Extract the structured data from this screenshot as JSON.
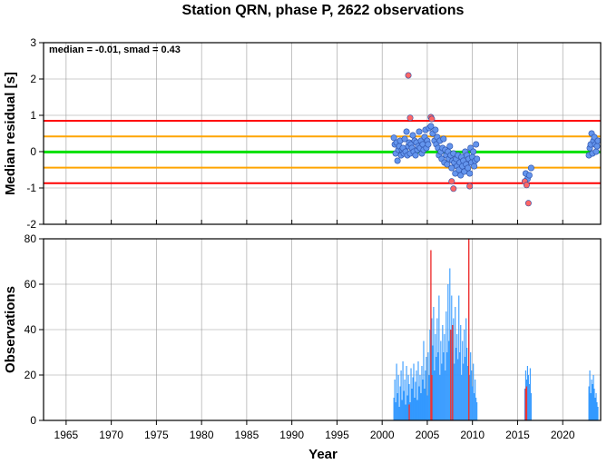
{
  "chart_data": [
    {
      "type": "scatter",
      "title": "Station QRN, phase P, 2622 observations",
      "ylabel": "Median residual [s]",
      "annotation": "median = -0.01, smad = 0.43",
      "xlim": [
        1962.5,
        2024.2
      ],
      "ylim": [
        -2,
        3
      ],
      "yticks": [
        "-2",
        "-1",
        "0",
        "1",
        "2",
        "3"
      ],
      "grid": true,
      "reference_lines": [
        {
          "y": -0.01,
          "color": "#00e000"
        },
        {
          "y": 0.42,
          "color": "#ffa500"
        },
        {
          "y": -0.44,
          "color": "#ffa500"
        },
        {
          "y": 0.85,
          "color": "#ff0000"
        },
        {
          "y": -0.87,
          "color": "#ff0000"
        }
      ],
      "series": [
        {
          "color": "#6495ed",
          "points": [
            [
              2001.3,
              0.38
            ],
            [
              2001.4,
              0.2
            ],
            [
              2001.5,
              -0.05
            ],
            [
              2001.6,
              0.25
            ],
            [
              2001.7,
              -0.25
            ],
            [
              2001.8,
              0.05
            ],
            [
              2001.9,
              0.15
            ],
            [
              2002.0,
              0.3
            ],
            [
              2002.1,
              -0.1
            ],
            [
              2002.2,
              0.05
            ],
            [
              2002.3,
              0.1
            ],
            [
              2002.4,
              -0.05
            ],
            [
              2002.5,
              0.35
            ],
            [
              2002.6,
              0.0
            ],
            [
              2002.7,
              0.55
            ],
            [
              2002.8,
              -0.1
            ],
            [
              2002.9,
              0.15
            ],
            [
              2003.0,
              0.25
            ],
            [
              2003.1,
              -0.05
            ],
            [
              2003.2,
              0.2
            ],
            [
              2003.3,
              0.1
            ],
            [
              2003.4,
              0.45
            ],
            [
              2003.5,
              0.0
            ],
            [
              2003.6,
              0.3
            ],
            [
              2003.7,
              -0.1
            ],
            [
              2003.8,
              0.25
            ],
            [
              2003.9,
              0.05
            ],
            [
              2004.0,
              0.15
            ],
            [
              2004.1,
              0.55
            ],
            [
              2004.2,
              0.1
            ],
            [
              2004.3,
              0.3
            ],
            [
              2004.4,
              -0.05
            ],
            [
              2004.5,
              0.2
            ],
            [
              2004.6,
              0.05
            ],
            [
              2004.7,
              0.4
            ],
            [
              2004.8,
              0.6
            ],
            [
              2004.9,
              0.1
            ],
            [
              2005.0,
              0.3
            ],
            [
              2005.1,
              0.2
            ],
            [
              2005.2,
              0.65
            ],
            [
              2005.4,
              0.7
            ],
            [
              2005.6,
              0.5
            ],
            [
              2005.8,
              0.3
            ],
            [
              2005.9,
              0.6
            ],
            [
              2006.0,
              0.2
            ],
            [
              2006.1,
              0.4
            ],
            [
              2006.2,
              0.1
            ],
            [
              2006.3,
              -0.1
            ],
            [
              2006.4,
              0.3
            ],
            [
              2006.5,
              0.0
            ],
            [
              2006.6,
              -0.2
            ],
            [
              2006.7,
              0.1
            ],
            [
              2006.8,
              0.35
            ],
            [
              2006.9,
              -0.3
            ],
            [
              2007.0,
              0.05
            ],
            [
              2007.1,
              -0.1
            ],
            [
              2007.2,
              -0.35
            ],
            [
              2007.3,
              0.0
            ],
            [
              2007.4,
              -0.2
            ],
            [
              2007.5,
              0.15
            ],
            [
              2007.6,
              -0.1
            ],
            [
              2007.7,
              -0.45
            ],
            [
              2007.8,
              -0.25
            ],
            [
              2007.9,
              -0.05
            ],
            [
              2008.0,
              -0.3
            ],
            [
              2008.1,
              -0.6
            ],
            [
              2008.2,
              -0.2
            ],
            [
              2008.3,
              -0.4
            ],
            [
              2008.4,
              -0.1
            ],
            [
              2008.5,
              -0.5
            ],
            [
              2008.6,
              -0.3
            ],
            [
              2008.7,
              -0.65
            ],
            [
              2008.8,
              -0.15
            ],
            [
              2008.9,
              -0.4
            ],
            [
              2009.0,
              -0.25
            ],
            [
              2009.1,
              -0.55
            ],
            [
              2009.2,
              0.0
            ],
            [
              2009.3,
              -0.35
            ],
            [
              2009.4,
              -0.1
            ],
            [
              2009.5,
              -0.45
            ],
            [
              2009.6,
              -0.2
            ],
            [
              2009.7,
              -0.6
            ],
            [
              2009.8,
              0.1
            ],
            [
              2009.9,
              -0.3
            ],
            [
              2010.0,
              -0.15
            ],
            [
              2010.1,
              0.0
            ],
            [
              2010.2,
              -0.4
            ],
            [
              2010.3,
              -0.25
            ],
            [
              2010.4,
              0.2
            ],
            [
              2010.5,
              -0.2
            ],
            [
              2015.9,
              -0.6
            ],
            [
              2016.1,
              -0.75
            ],
            [
              2016.3,
              -0.65
            ],
            [
              2016.5,
              -0.45
            ],
            [
              2022.9,
              -0.1
            ],
            [
              2023.0,
              0.1
            ],
            [
              2023.1,
              0.2
            ],
            [
              2023.2,
              0.5
            ],
            [
              2023.3,
              -0.05
            ],
            [
              2023.4,
              0.3
            ],
            [
              2023.5,
              0.4
            ],
            [
              2023.6,
              0.2
            ],
            [
              2023.7,
              0.0
            ],
            [
              2023.8,
              0.15
            ],
            [
              2023.9,
              0.3
            ]
          ]
        },
        {
          "color": "#ff6666",
          "points": [
            [
              2002.9,
              2.1
            ],
            [
              2003.1,
              0.93
            ],
            [
              2005.4,
              0.95
            ],
            [
              2005.5,
              0.9
            ],
            [
              2007.7,
              -0.82
            ],
            [
              2007.9,
              -1.02
            ],
            [
              2009.7,
              -0.95
            ],
            [
              2015.8,
              -0.82
            ],
            [
              2016.0,
              -0.92
            ],
            [
              2016.2,
              -1.42
            ]
          ]
        }
      ]
    },
    {
      "type": "bar",
      "xlabel": "Year",
      "ylabel": "Observations",
      "xlim": [
        1962.5,
        2024.2
      ],
      "ylim": [
        0,
        80
      ],
      "yticks": [
        "0",
        "20",
        "40",
        "60",
        "80"
      ],
      "xticks": [
        "1965",
        "1970",
        "1975",
        "1980",
        "1985",
        "1990",
        "1995",
        "2000",
        "2005",
        "2010",
        "2015",
        "2020"
      ],
      "grid": true,
      "series": [
        {
          "color": "#3399ff",
          "bars": [
            [
              2001.3,
              10
            ],
            [
              2001.4,
              18
            ],
            [
              2001.5,
              8
            ],
            [
              2001.6,
              25
            ],
            [
              2001.7,
              12
            ],
            [
              2001.8,
              20
            ],
            [
              2001.9,
              6
            ],
            [
              2002.0,
              15
            ],
            [
              2002.1,
              22
            ],
            [
              2002.2,
              9
            ],
            [
              2002.3,
              26
            ],
            [
              2002.4,
              13
            ],
            [
              2002.5,
              18
            ],
            [
              2002.6,
              7
            ],
            [
              2002.7,
              24
            ],
            [
              2002.8,
              11
            ],
            [
              2002.9,
              20
            ],
            [
              2003.0,
              16
            ],
            [
              2003.1,
              8
            ],
            [
              2003.2,
              23
            ],
            [
              2003.3,
              14
            ],
            [
              2003.4,
              19
            ],
            [
              2003.5,
              25
            ],
            [
              2003.6,
              10
            ],
            [
              2003.7,
              17
            ],
            [
              2003.8,
              22
            ],
            [
              2003.9,
              9
            ],
            [
              2004.0,
              26
            ],
            [
              2004.1,
              15
            ],
            [
              2004.2,
              20
            ],
            [
              2004.3,
              12
            ],
            [
              2004.4,
              24
            ],
            [
              2004.5,
              18
            ],
            [
              2004.6,
              35
            ],
            [
              2004.7,
              14
            ],
            [
              2004.8,
              22
            ],
            [
              2004.9,
              28
            ],
            [
              2005.0,
              11
            ],
            [
              2005.1,
              30
            ],
            [
              2005.2,
              20
            ],
            [
              2005.3,
              40
            ],
            [
              2005.4,
              25
            ],
            [
              2005.5,
              45
            ],
            [
              2005.6,
              33
            ],
            [
              2005.7,
              50
            ],
            [
              2005.8,
              22
            ],
            [
              2005.9,
              38
            ],
            [
              2006.0,
              28
            ],
            [
              2006.1,
              45
            ],
            [
              2006.2,
              30
            ],
            [
              2006.3,
              55
            ],
            [
              2006.4,
              20
            ],
            [
              2006.5,
              35
            ],
            [
              2006.6,
              25
            ],
            [
              2006.7,
              42
            ],
            [
              2006.8,
              30
            ],
            [
              2006.9,
              38
            ],
            [
              2007.0,
              22
            ],
            [
              2007.1,
              48
            ],
            [
              2007.2,
              30
            ],
            [
              2007.3,
              60
            ],
            [
              2007.4,
              35
            ],
            [
              2007.5,
              67
            ],
            [
              2007.6,
              40
            ],
            [
              2007.7,
              55
            ],
            [
              2007.8,
              30
            ],
            [
              2007.9,
              45
            ],
            [
              2008.0,
              25
            ],
            [
              2008.1,
              50
            ],
            [
              2008.2,
              32
            ],
            [
              2008.3,
              38
            ],
            [
              2008.4,
              27
            ],
            [
              2008.5,
              55
            ],
            [
              2008.6,
              30
            ],
            [
              2008.7,
              42
            ],
            [
              2008.8,
              20
            ],
            [
              2008.9,
              35
            ],
            [
              2009.0,
              25
            ],
            [
              2009.1,
              40
            ],
            [
              2009.2,
              28
            ],
            [
              2009.3,
              45
            ],
            [
              2009.4,
              32
            ],
            [
              2009.5,
              24
            ],
            [
              2009.6,
              38
            ],
            [
              2009.7,
              20
            ],
            [
              2009.8,
              30
            ],
            [
              2009.9,
              22
            ],
            [
              2010.0,
              15
            ],
            [
              2010.1,
              25
            ],
            [
              2010.2,
              12
            ],
            [
              2010.3,
              18
            ],
            [
              2010.4,
              10
            ],
            [
              2010.5,
              8
            ],
            [
              2015.8,
              14
            ],
            [
              2015.9,
              22
            ],
            [
              2016.0,
              18
            ],
            [
              2016.1,
              24
            ],
            [
              2016.2,
              20
            ],
            [
              2016.3,
              16
            ],
            [
              2016.4,
              23
            ],
            [
              2016.5,
              12
            ],
            [
              2022.9,
              15
            ],
            [
              2023.0,
              22
            ],
            [
              2023.1,
              12
            ],
            [
              2023.2,
              18
            ],
            [
              2023.3,
              16
            ],
            [
              2023.4,
              20
            ],
            [
              2023.5,
              14
            ],
            [
              2023.6,
              10
            ],
            [
              2023.7,
              12
            ],
            [
              2023.8,
              8
            ],
            [
              2023.9,
              6
            ]
          ]
        },
        {
          "color": "#ee3333",
          "bars": [
            [
              2003.0,
              7
            ],
            [
              2005.4,
              75
            ],
            [
              2005.5,
              20
            ],
            [
              2007.6,
              40
            ],
            [
              2007.8,
              42
            ],
            [
              2009.6,
              80
            ],
            [
              2015.9,
              14
            ],
            [
              2016.0,
              15
            ]
          ]
        }
      ]
    }
  ]
}
